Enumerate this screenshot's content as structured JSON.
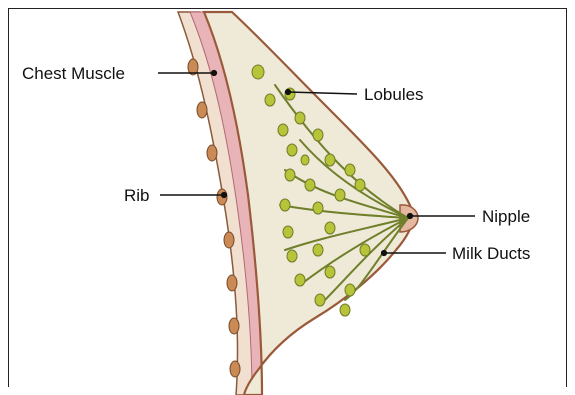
{
  "diagram": {
    "labels": {
      "chest_muscle": "Chest Muscle",
      "rib": "Rib",
      "lobules": "Lobules",
      "nipple": "Nipple",
      "milk_ducts": "Milk Ducts"
    },
    "colors": {
      "muscle": "#e8b4b8",
      "rib": "#c98a55",
      "fat_tissue": "#efe9d8",
      "skin_outline": "#9a5a3a",
      "lobule": "#b7c43a",
      "duct": "#6f7f2a",
      "leader_line": "#111111"
    }
  }
}
